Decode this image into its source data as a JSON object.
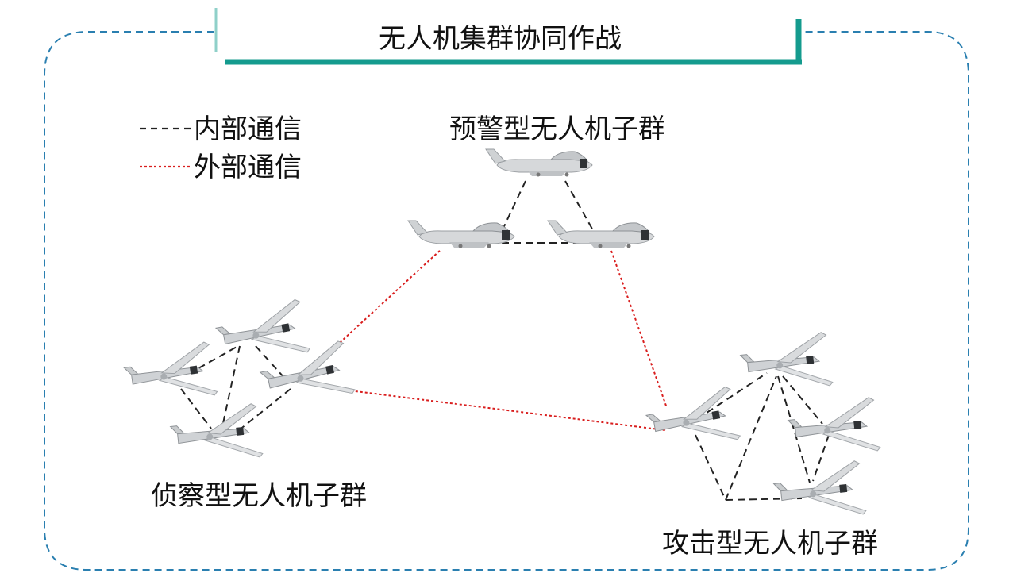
{
  "title": "无人机集群协同作战",
  "legend": {
    "internal": "内部通信",
    "external": "外部通信"
  },
  "groups": {
    "warning": "预警型无人机子群",
    "recon": "侦察型无人机子群",
    "attack": "攻击型无人机子群"
  },
  "colors": {
    "frame": "#2a7fb0",
    "title_bar": "#149b8e",
    "internal_link": "#222222",
    "external_link": "#d91e1e"
  },
  "icons": {
    "warning_drone": "global-hawk-drone-icon",
    "recon_drone": "drone-icon",
    "attack_drone": "drone-icon"
  }
}
